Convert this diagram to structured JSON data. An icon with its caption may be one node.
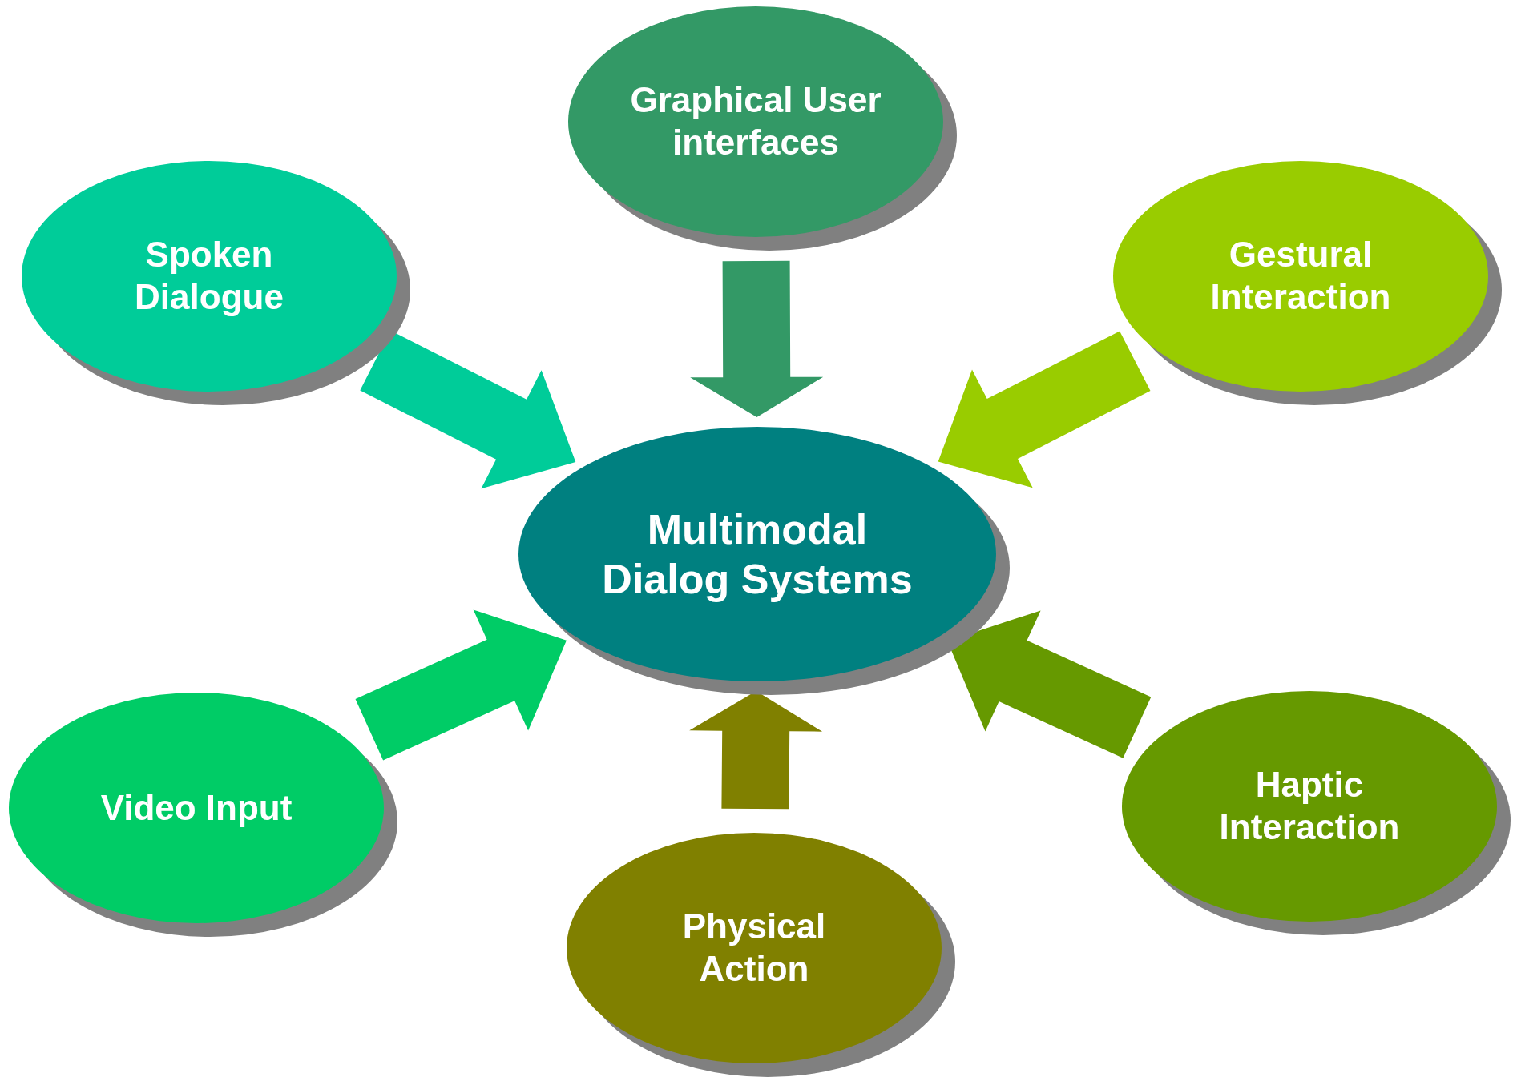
{
  "diagram": {
    "nodes": [
      {
        "text": [
          "Graphical User interfaces"
        ]
      },
      {
        "text": [
          "Spoken Dialogue"
        ]
      },
      {
        "text": [
          "Gestural Interaction"
        ]
      },
      {
        "text": [
          "Multimodal Dialog Systems"
        ]
      },
      {
        "text": [
          "Video Input"
        ]
      },
      {
        "text": [
          "Haptic Interaction"
        ]
      },
      {
        "text": [
          "Physical Action"
        ]
      }
    ],
    "edges": [
      {
        "from": 0,
        "to": 3,
        "arrow": "to"
      },
      {
        "from": 1,
        "to": 3,
        "arrow": "to"
      },
      {
        "from": 2,
        "to": 3,
        "arrow": "to"
      },
      {
        "from": 4,
        "to": 3,
        "arrow": "to"
      },
      {
        "from": 5,
        "to": 3,
        "arrow": "to"
      },
      {
        "from": 6,
        "to": 3,
        "arrow": "to"
      }
    ]
  }
}
